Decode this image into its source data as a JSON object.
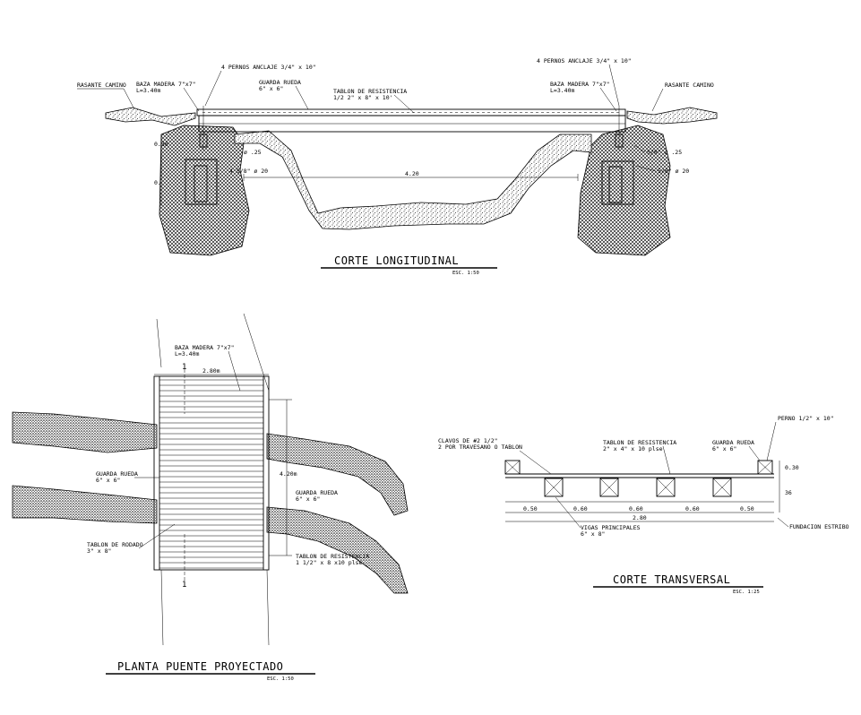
{
  "corte_longitudinal": {
    "title": "CORTE  LONGITUDINAL",
    "scale": "ESC. 1:50",
    "labels": {
      "rasante_left": "RASANTE CAMINO",
      "rasante_right": "RASANTE CAMINO",
      "baza_left_1": "BAZA MADERA 7\"x7\"",
      "baza_left_2": "L=3.40m",
      "baza_right_1": "BAZA MADERA 7\"x7\"",
      "baza_right_2": "L=3.40m",
      "pernos_left": "4 PERNOS ANCLAJE 3/4\" x 10\"",
      "pernos_right": "4 PERNOS ANCLAJE 3/4\" x 10\"",
      "guarda_1": "GUARDA RUEDA",
      "guarda_2": "6\" x 6\"",
      "tablon_1": "TABLON DE RESISTENCIA",
      "tablon_2": "1/2 2\" x 8\" x 10'",
      "dim_030": "0.30",
      "dim_0": "0.",
      "span": "4.20",
      "rebar_left_1": "ø .25",
      "rebar_left_2": "4 5/8\" ø 20",
      "rebar_right_1": "5/8\" ø .25",
      "rebar_right_2": "5/8\" ø 20"
    }
  },
  "planta": {
    "title": "PLANTA  PUENTE  PROYECTADO",
    "scale": "ESC. 1:50",
    "labels": {
      "baza_1": "BAZA MADERA 7\"x7\"",
      "baza_2": "L=3.40m",
      "width": "2.80m",
      "length": "4.20m",
      "section_mark_top": "1",
      "section_mark_bottom": "1",
      "guarda_left_1": "GUARDA RUEDA",
      "guarda_left_2": "6\" x 6\"",
      "guarda_right_1": "GUARDA RUEDA",
      "guarda_right_2": "6\" x 6\"",
      "rodado_1": "TABLON DE RODADO",
      "rodado_2": "3\" x 8\"",
      "resist_1": "TABLON DE RESISTENCIA",
      "resist_2": "1 1/2\" x 8 x10 plse"
    }
  },
  "corte_transversal": {
    "title": "CORTE  TRANSVERSAL",
    "scale": "ESC. 1:25",
    "labels": {
      "perno": "PERNO 1/2\" x 10\"",
      "clavos_1": "CLAVOS DE  #2 1/2\"",
      "clavos_2": "2  POR TRAVESANO O TABLON",
      "tablon_1": "TABLON DE RESISTENCIA",
      "tablon_2": "2\" x 4\" x 10 plse",
      "guarda_1": "GUARDA RUEDA",
      "guarda_2": "6\" x 6\"",
      "dim_030": "0.30",
      "dim_36": "36",
      "vigas_1": "VIGAS PRINCIPALES",
      "vigas_2": "6\" x 8\"",
      "fundacion": "FUNDACION ESTRIBO",
      "spacings": [
        "0.50",
        "0.60",
        "0.60",
        "0.60",
        "0.50"
      ],
      "total": "2.80"
    }
  }
}
